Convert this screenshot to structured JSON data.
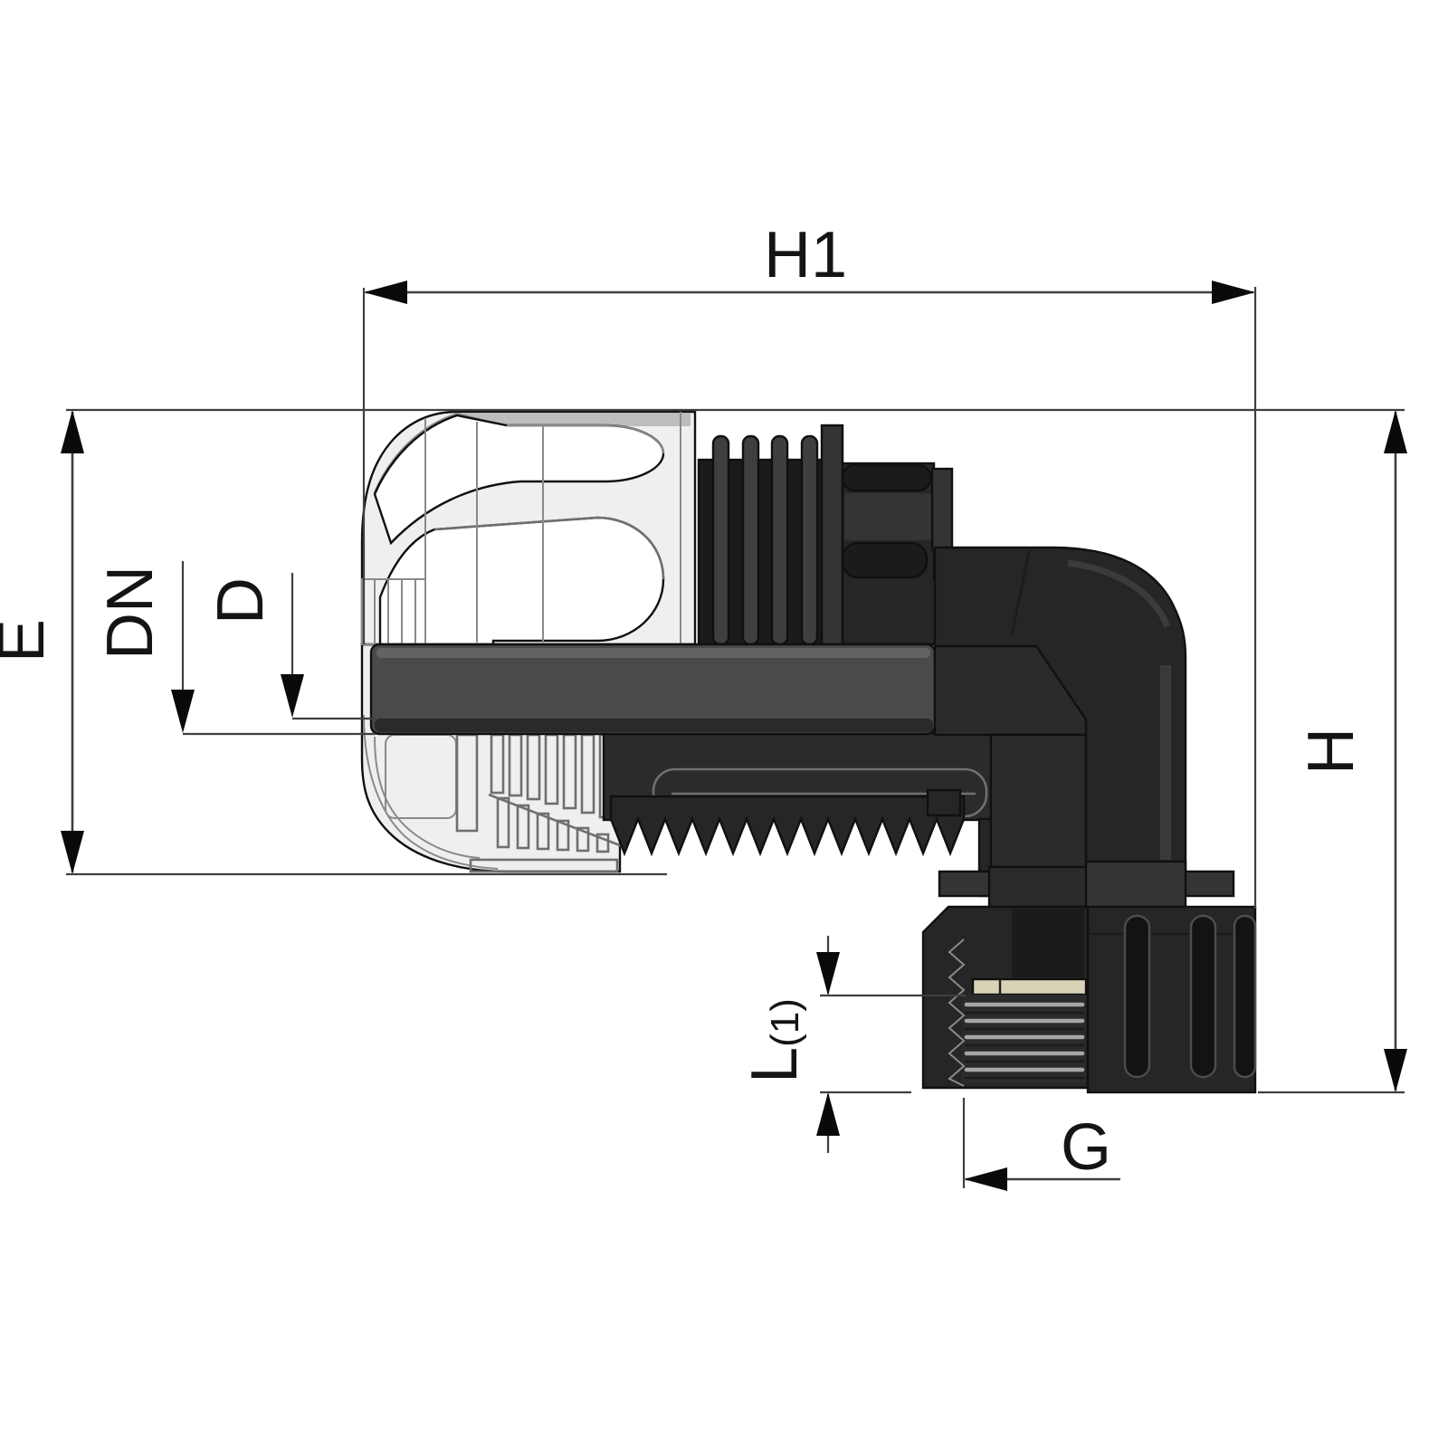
{
  "labels": {
    "h1": "H1",
    "e": "E",
    "dn": "DN",
    "d": "D",
    "h": "H",
    "l_main": "L",
    "l_sub": "(1)",
    "g": "G"
  },
  "colors": {
    "background": "#ffffff",
    "dim_line": "#3f3f3f",
    "label": "#141414",
    "arrow": "#0a0a0a",
    "outline": "#101010",
    "body_light": "#efefef",
    "body_shade": "#d9d9d9",
    "band": "#bdbdbd",
    "seam": "#8a8a8a",
    "edge_soft": "#6f6f6f",
    "dark": "#262626",
    "dark2": "#1b1b1b",
    "mid": "#343434",
    "mid2": "#2b2b2b",
    "ridge": "#3f3f3f",
    "pipe": "#4a4a4a",
    "pipe_hi": "#636363",
    "pipe_lo": "#2a2a2a",
    "washer": "#d8d2b6",
    "thread": "#a6a6a6",
    "slot": "#131313",
    "slot_hi": "#4d4d4d",
    "white": "#ffffff"
  }
}
